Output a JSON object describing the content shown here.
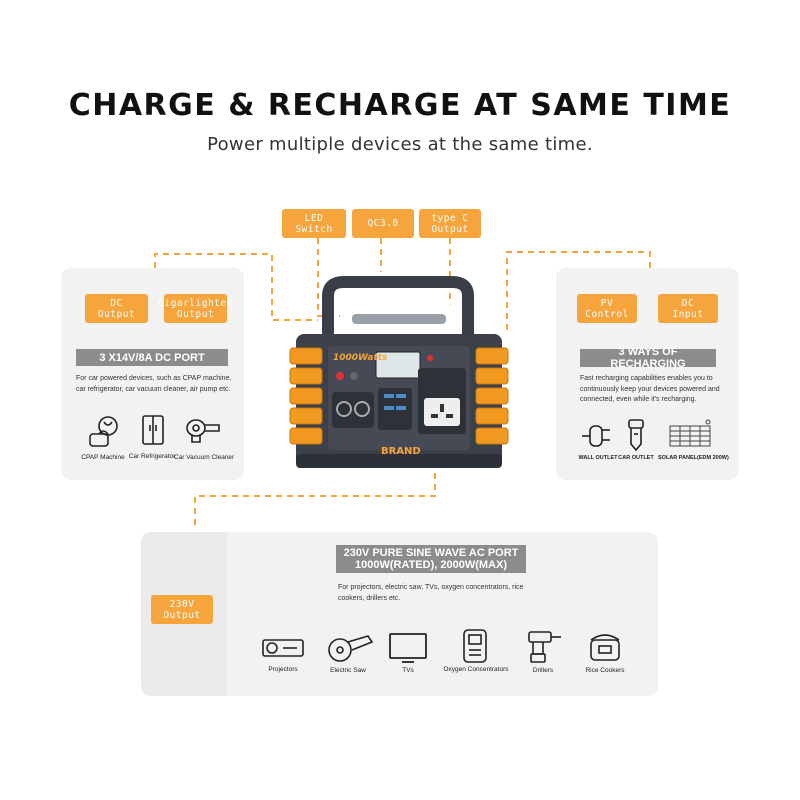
{
  "heading": "CHARGE & RECHARGE AT SAME TIME",
  "subheading": "Power multiple devices at the same time.",
  "accent_color": "#f5a53c",
  "top_tags": [
    {
      "label": "LED\nSwitch"
    },
    {
      "label": "QC3.0"
    },
    {
      "label": "type C\nOutput"
    }
  ],
  "left_card": {
    "tags": [
      "DC\nOutput",
      "Cigarlighter\nOutput"
    ],
    "bar": "3 X14V/8A DC PORT",
    "description": "For car powered devices, such as CPAP machine, car refrigerator, car vacuum cleaner, air pump etc.",
    "items": [
      {
        "label": "CPAP Machine",
        "icon": "cpap-icon"
      },
      {
        "label": "Car Refrigerator",
        "icon": "refrigerator-icon"
      },
      {
        "label": "Car Vacuum Cleaner",
        "icon": "vacuum-icon"
      }
    ]
  },
  "right_card": {
    "tags": [
      "PV\nControl",
      "DC\nInput"
    ],
    "bar": "3 WAYS OF RECHARGING",
    "description": "Fast recharging capabilities enables you to continuously keep your devices powered and connected, even while it's recharging.",
    "items": [
      {
        "label": "WALL OUTLET",
        "icon": "wall-plug-icon"
      },
      {
        "label": "CAR OUTLET",
        "icon": "car-charger-icon"
      },
      {
        "label": "SOLAR PANEL(EDM 200W)",
        "icon": "solar-panel-icon"
      }
    ]
  },
  "bottom_card": {
    "tag": "230V\nOutput",
    "bar_line1": "230V PURE SINE WAVE AC PORT",
    "bar_line2": "1000W(RATED), 2000W(MAX)",
    "description": "For projectors, electric saw, TVs, oxygen concentrators, rice cookers, drillers etc.",
    "items": [
      {
        "label": "Projectors",
        "icon": "projector-icon"
      },
      {
        "label": "Electric Saw",
        "icon": "electric-saw-icon"
      },
      {
        "label": "TVs",
        "icon": "tv-icon"
      },
      {
        "label": "Oxygen Concentrators",
        "icon": "oxygen-concentrator-icon"
      },
      {
        "label": "Drillers",
        "icon": "drill-icon"
      },
      {
        "label": "Rice Cookers",
        "icon": "rice-cooker-icon"
      }
    ]
  },
  "device": {
    "badge": "1000Watts",
    "brand": "BRAND"
  }
}
